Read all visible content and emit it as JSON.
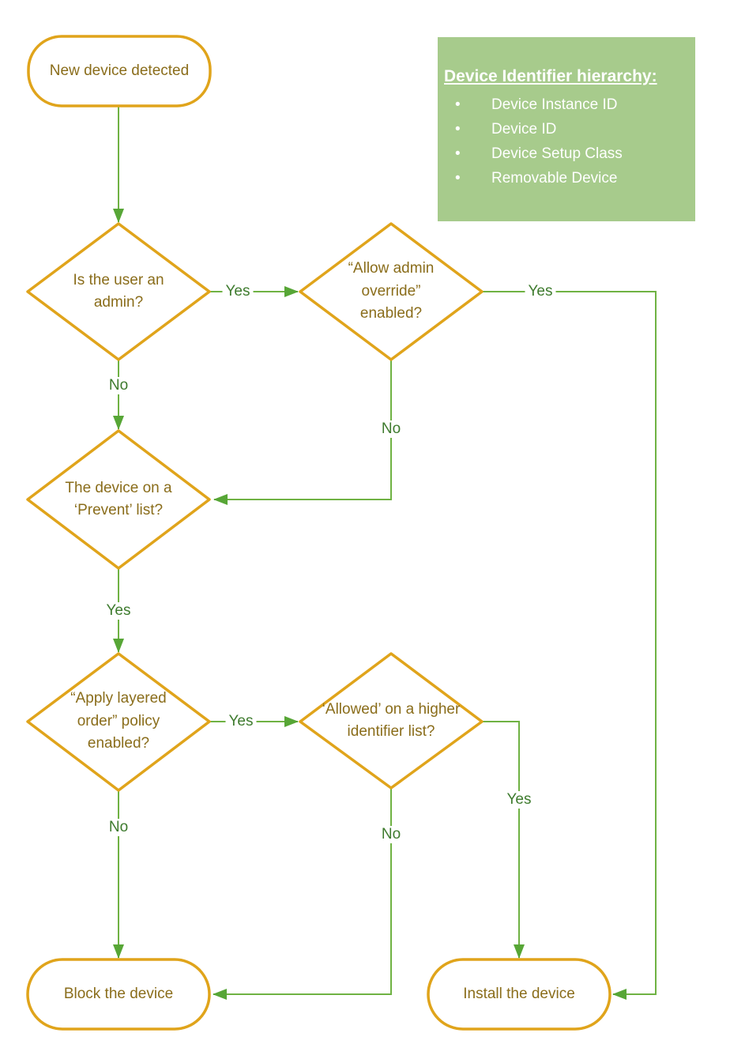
{
  "title": "New device detected decision flowchart",
  "colors": {
    "orange": "#E0A41B",
    "line_green": "#6FB243",
    "arrow_green": "#57A636",
    "label_green": "#3E7B2E",
    "node_text": "#8A6D1B",
    "panel_bg": "#A7CB8C",
    "panel_text": "#FFFFFF"
  },
  "nodes": {
    "start": {
      "label": "New device detected",
      "type": "terminator"
    },
    "admin": {
      "label": "Is the user an admin?",
      "type": "decision"
    },
    "override": {
      "label": "“Allow admin override” enabled?",
      "type": "decision"
    },
    "prevent": {
      "label": "The device on a ‘Prevent’ list?",
      "type": "decision"
    },
    "layered": {
      "label": "“Apply layered order” policy enabled?",
      "type": "decision"
    },
    "allowed": {
      "label": "‘Allowed’ on a higher identifier list?",
      "type": "decision"
    },
    "block": {
      "label": "Block the device",
      "type": "terminator"
    },
    "install": {
      "label": "Install the device",
      "type": "terminator"
    }
  },
  "edges": {
    "admin_yes_to_override": "Yes",
    "override_yes_to_install": "Yes",
    "admin_no_to_prevent": "No",
    "override_no_to_prevent": "No",
    "prevent_yes_to_layered": "Yes",
    "layered_yes_to_allowed": "Yes",
    "allowed_yes_to_install": "Yes",
    "allowed_no_to_block": "No",
    "layered_no_to_block": "No"
  },
  "panel": {
    "heading": "Device Identifier hierarchy:",
    "items": [
      "Device Instance ID",
      "Device ID",
      "Device Setup Class",
      "Removable Device"
    ]
  }
}
